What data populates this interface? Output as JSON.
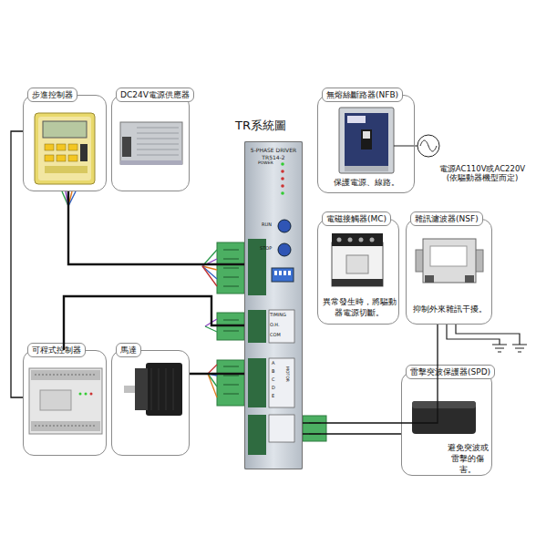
{
  "diagram": {
    "title": "TR系統圖",
    "nodes": [
      {
        "text": [
          "步進控制器"
        ]
      },
      {
        "text": [
          "DC24V電源供應器"
        ]
      },
      {
        "text": [
          "5-PHASE DRIVER",
          "TR514-2"
        ]
      },
      {
        "text": [
          "無熔絲斷路器(NFB)",
          "保護電源、線路。"
        ]
      },
      {
        "text": [
          "電磁接觸器(MC)",
          "異常發生時，將驅動器電源切斷。"
        ]
      },
      {
        "text": [
          "雜訊濾波器(NSF)",
          "抑制外來雜訊干擾。"
        ]
      },
      {
        "text": [
          "可程式控制器"
        ]
      },
      {
        "text": [
          "馬達"
        ]
      },
      {
        "text": [
          "雷擊突波保護器(SPD)",
          "避免突波或雷擊的傷害。"
        ]
      }
    ],
    "edges": [
      {
        "from": 0,
        "to": 2,
        "arrow": "none"
      },
      {
        "from": 0,
        "to": 6,
        "arrow": "none"
      },
      {
        "from": 6,
        "to": 2,
        "arrow": "none"
      },
      {
        "from": 7,
        "to": 2,
        "arrow": "none"
      },
      {
        "from": 2,
        "to": 5,
        "arrow": "none"
      },
      {
        "from": 2,
        "to": 8,
        "arrow": "none"
      }
    ],
    "labels": [
      "電源AC110V或AC220V (依驅動器機型而定)",
      "POWER",
      "RUN",
      "STOP",
      "TIMING",
      "O.H.",
      "COM",
      "A",
      "B",
      "C",
      "D",
      "E",
      "MOTOR"
    ]
  }
}
